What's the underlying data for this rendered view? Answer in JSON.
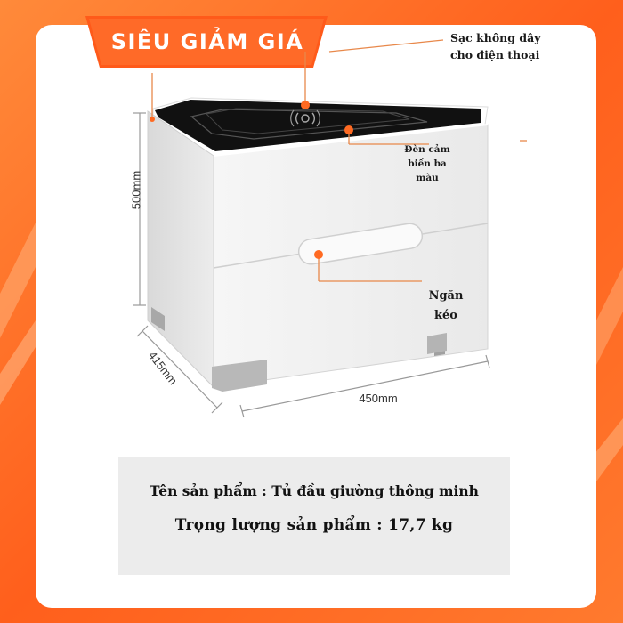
{
  "promo": {
    "banner_text": "SIÊU GIẢM GIÁ"
  },
  "callouts": {
    "wireless_line1": "Sạc không dây",
    "wireless_line2": "cho điện thoại",
    "light_line1": "Đèn cảm",
    "light_line2": "biến ba",
    "light_line3": "màu",
    "drawer_line1": "Ngăn",
    "drawer_line2": "kéo"
  },
  "dimensions": {
    "height": "500mm",
    "depth": "415mm",
    "width": "450mm"
  },
  "info": {
    "name_line": "Tên sản phẩm : Tủ đầu giường thông minh",
    "weight_line": "Trọng lượng sản phẩm : 17,7 kg"
  },
  "colors": {
    "accent": "#ff6a22",
    "callout_dot": "#ff6a22",
    "cabinet_top": "#111111",
    "cabinet_body": "#f2f2f2"
  },
  "icons": {
    "wireless_charge": "wireless-charging-icon"
  }
}
